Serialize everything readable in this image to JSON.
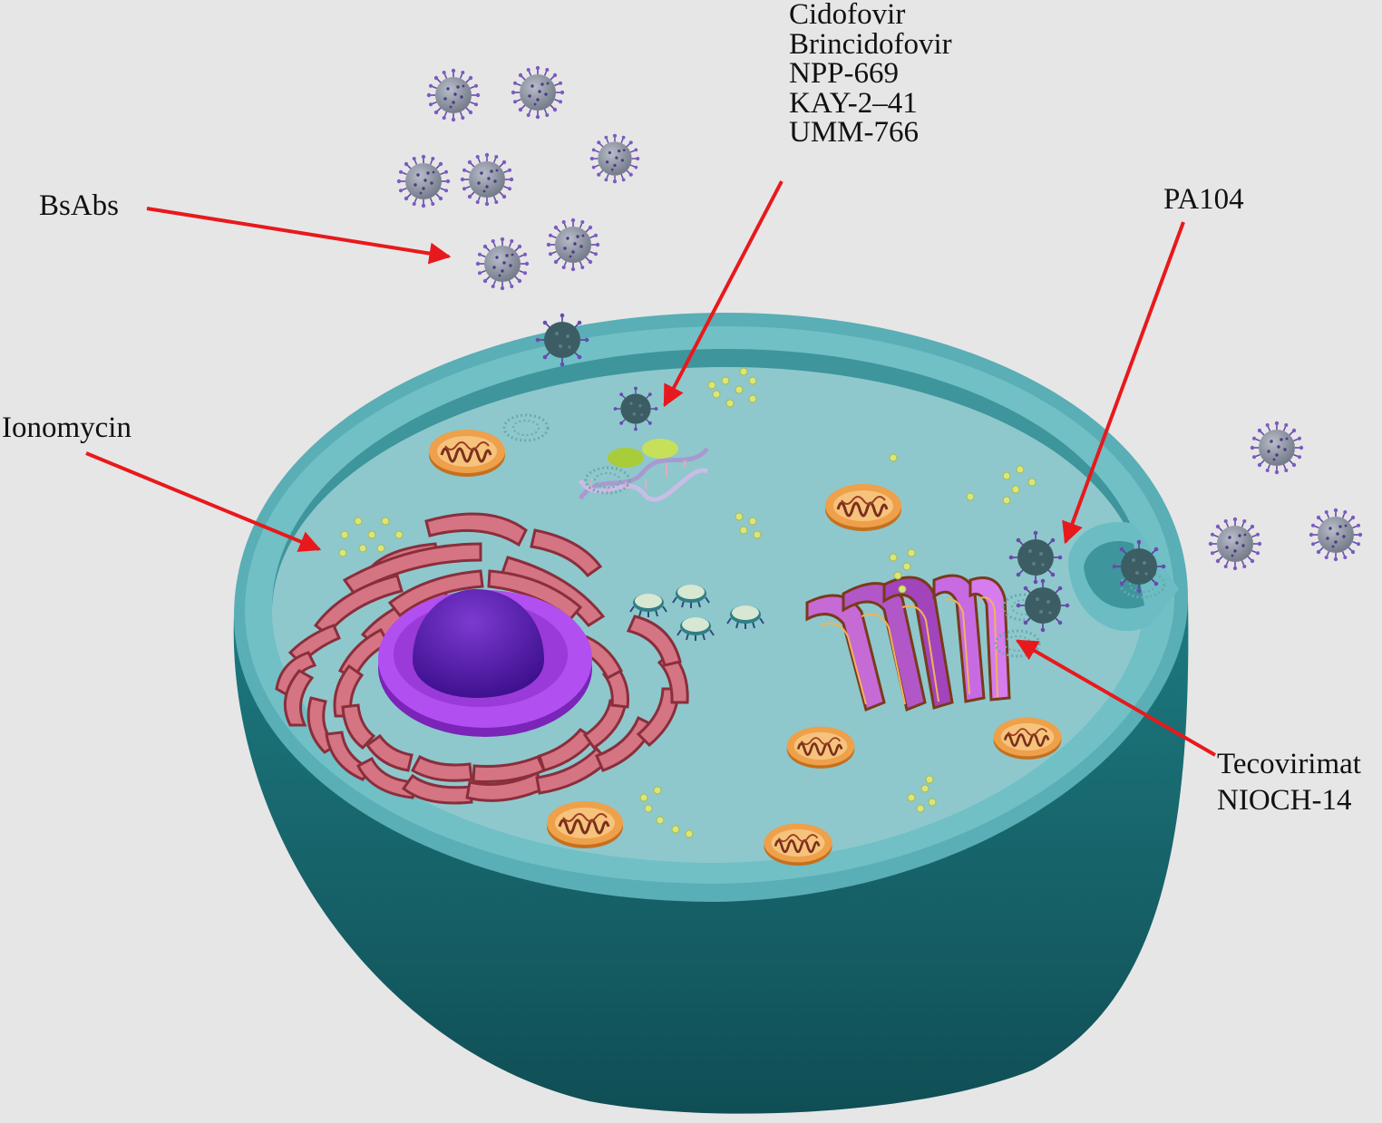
{
  "labels": {
    "bsabs": "BsAbs",
    "ionomycin": "Ionomycin",
    "pa104": "PA104",
    "dna_drugs": [
      "Cidofovir",
      "Brincidofovir",
      "NPP-669",
      "KAY-2–41",
      "UMM-766"
    ],
    "egress_drugs": [
      "Tecovirimat",
      "NIOCH-14"
    ]
  },
  "colors": {
    "background": "#e6e6e7",
    "arrow": "#e8191c",
    "cytoplasm": "#8ec8cc",
    "membrane": "#63b6bd",
    "cell_body": "#1b6d73",
    "nucleus": "#a13ee0",
    "nucleolus": "#5a1aa6",
    "er": "#c8616e",
    "golgi": "#9a40a8",
    "mitochondria": "#e59a3c",
    "virus": "#8e97a6",
    "vesicles": "#d6e57a"
  },
  "icons": [
    "virus-icon",
    "mitochondrion-icon",
    "dna-helix-icon",
    "nucleus-icon",
    "golgi-icon",
    "er-icon",
    "arrow-icon"
  ]
}
